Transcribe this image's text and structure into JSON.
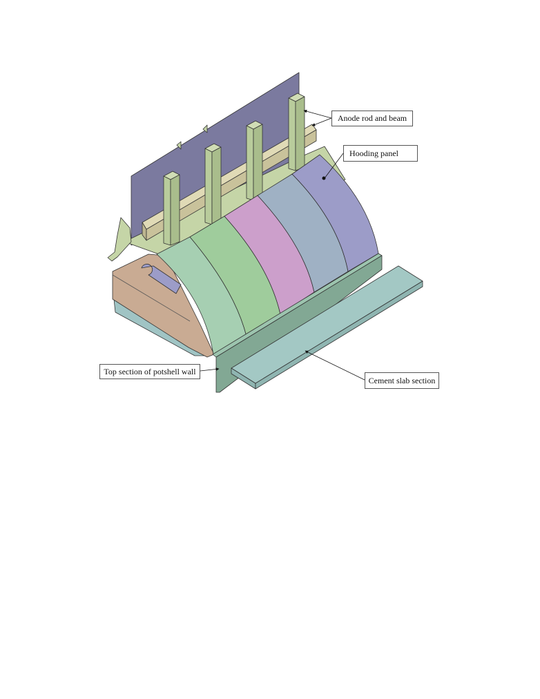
{
  "labels": {
    "anode": "Anode rod and beam",
    "hooding": "Hooding panel",
    "potshell": "Top section of potshell wall",
    "cement": "Cement slab section"
  },
  "colors": {
    "back_plate": "#7b7a9f",
    "deck": "#c5d5a7",
    "rod": "#b9cc9c",
    "beam": "#d8d1a9",
    "panel_1": "#a6cfb2",
    "panel_2": "#9fcc9c",
    "panel_3": "#cc9fcb",
    "panel_4": "#9fb1c4",
    "panel_5": "#9c9cc8",
    "wall": "#82a894",
    "slab": "#a3c8c4",
    "crust": "#c9ab93",
    "base": "#a0c4c4"
  }
}
